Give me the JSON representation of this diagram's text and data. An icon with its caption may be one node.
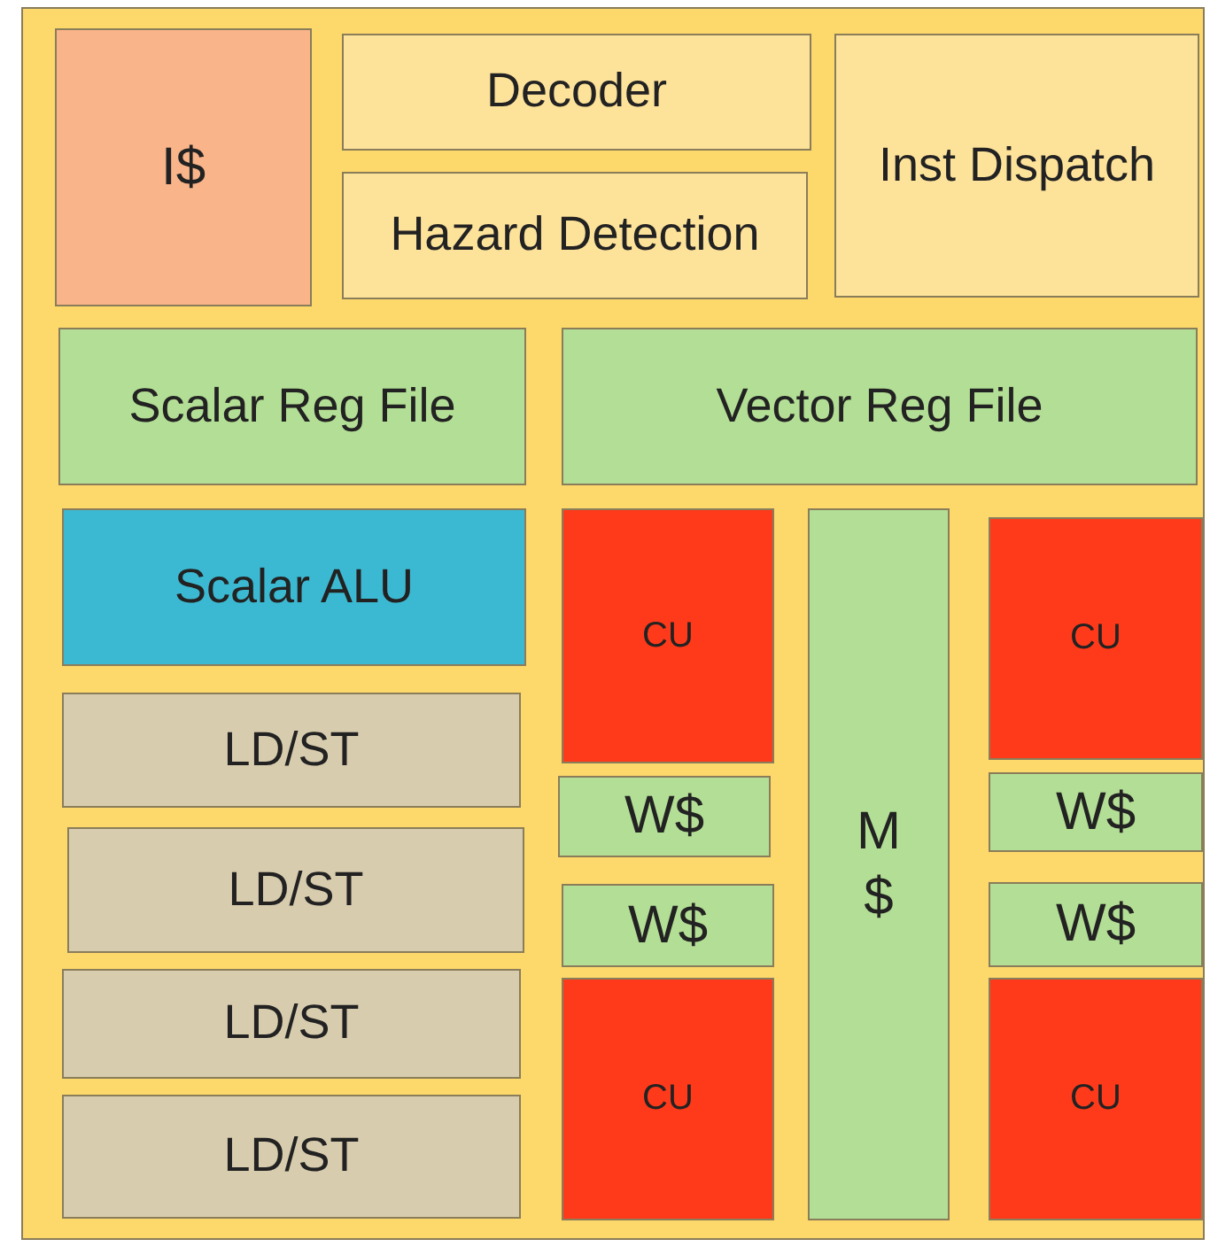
{
  "diagram": {
    "nodes": [
      {
        "text": [],
        "shape": "box"
      },
      {
        "text": [
          "I$"
        ],
        "in": 0
      },
      {
        "text": [
          "Decoder"
        ],
        "in": 0
      },
      {
        "text": [
          "Hazard Detection"
        ],
        "in": 0
      },
      {
        "text": [
          "Inst Dispatch"
        ],
        "in": 0
      },
      {
        "text": [
          "Scalar Reg File"
        ],
        "in": 0
      },
      {
        "text": [
          "Vector Reg File"
        ],
        "in": 0
      },
      {
        "text": [
          "Scalar ALU"
        ],
        "in": 0
      },
      {
        "text": [
          "LD/ST"
        ],
        "in": 0
      },
      {
        "text": [
          "LD/ST"
        ],
        "in": 0
      },
      {
        "text": [
          "LD/ST"
        ],
        "in": 0
      },
      {
        "text": [
          "LD/ST"
        ],
        "in": 0
      },
      {
        "text": [
          "CU"
        ],
        "in": 0
      },
      {
        "text": [
          "W$"
        ],
        "in": 0
      },
      {
        "text": [
          "W$"
        ],
        "in": 0
      },
      {
        "text": [
          "CU"
        ],
        "in": 0
      },
      {
        "text": [
          "M $"
        ],
        "in": 0
      },
      {
        "text": [
          "CU"
        ],
        "in": 0
      },
      {
        "text": [
          "W$"
        ],
        "in": 0
      },
      {
        "text": [
          "W$"
        ],
        "in": 0
      },
      {
        "text": [
          "CU"
        ],
        "in": 0
      }
    ]
  }
}
